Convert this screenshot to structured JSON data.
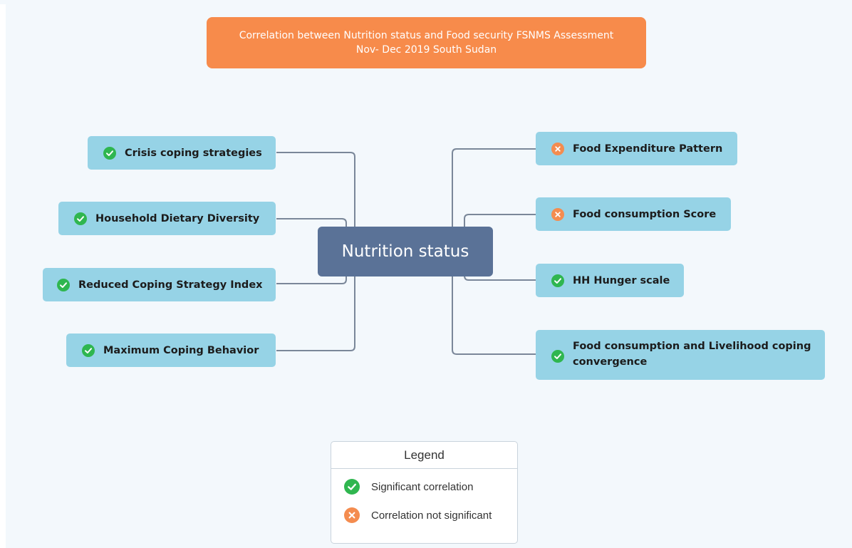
{
  "title": {
    "line1": "Correlation between Nutrition status and Food security  FSNMS Assessment",
    "line2": "Nov- Dec 2019 South Sudan"
  },
  "center": {
    "label": "Nutrition status"
  },
  "left_nodes": [
    {
      "label": "Crisis coping strategies",
      "status": "significant"
    },
    {
      "label": "Household Dietary Diversity",
      "status": "significant"
    },
    {
      "label": "Reduced Coping Strategy Index",
      "status": "significant"
    },
    {
      "label": "Maximum Coping Behavior",
      "status": "significant"
    }
  ],
  "right_nodes": [
    {
      "label": "Food Expenditure Pattern",
      "status": "not-significant"
    },
    {
      "label": "Food consumption Score",
      "status": "not-significant"
    },
    {
      "label": "HH Hunger scale",
      "status": "significant"
    },
    {
      "label": "Food consumption and Livelihood coping convergence",
      "status": "significant"
    }
  ],
  "legend": {
    "title": "Legend",
    "items": [
      {
        "label": "Significant correlation",
        "icon": "check-circle-icon"
      },
      {
        "label": "Correlation not significant",
        "icon": "x-circle-icon"
      }
    ]
  },
  "colors": {
    "title_bg": "#f78b4b",
    "center_bg": "#5a7297",
    "node_bg": "#96d3e6",
    "significant": "#2fb64f",
    "not_significant": "#f48c4f",
    "connector": "#7a8799"
  }
}
